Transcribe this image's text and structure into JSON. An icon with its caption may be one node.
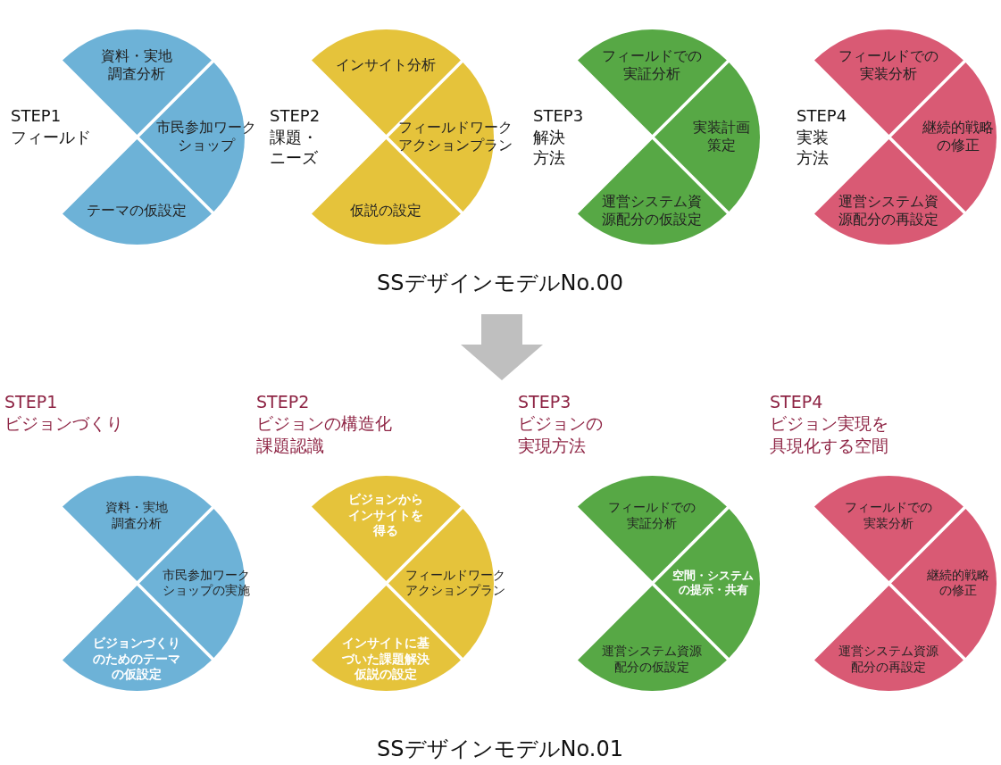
{
  "diagram": {
    "nodes": [
      {
        "text": [
          "資料・実地調査分析"
        ]
      },
      {
        "text": [
          "市民参加ワークショップ"
        ]
      },
      {
        "text": [
          "テーマの仮設定"
        ]
      },
      {
        "text": [
          "インサイト分析"
        ]
      },
      {
        "text": [
          "フィールドワークアクションプラン"
        ]
      },
      {
        "text": [
          "仮説の設定"
        ]
      },
      {
        "text": [
          "フィールドでの実証分析"
        ]
      },
      {
        "text": [
          "実装計画策定"
        ]
      },
      {
        "text": [
          "運営システム資源配分の仮設定"
        ]
      },
      {
        "text": [
          "フィールドでの実装分析"
        ]
      },
      {
        "text": [
          "継続的戦略の修正"
        ]
      },
      {
        "text": [
          "運営システム資源配分の再設定"
        ]
      },
      {
        "text": [
          "資料・実地調査分析"
        ]
      },
      {
        "text": [
          "市民参加ワークショップの実施"
        ]
      },
      {
        "text": [
          "ビジョンづくりのためのテーマの仮設定"
        ]
      },
      {
        "text": [
          "ビジョンからインサイトを得る"
        ]
      },
      {
        "text": [
          "フィールドワークアクションプラン"
        ]
      },
      {
        "text": [
          "インサイトに基づいた課題解決仮説の設定"
        ]
      },
      {
        "text": [
          "フィールドでの実証分析"
        ]
      },
      {
        "text": [
          "空間・システムの提示・共有"
        ]
      },
      {
        "text": [
          "運営システム資源配分の仮設定"
        ]
      },
      {
        "text": [
          "フィールドでの実装分析"
        ]
      },
      {
        "text": [
          "継続的戦略の修正"
        ]
      },
      {
        "text": [
          "運営システム資源配分の再設定"
        ]
      }
    ],
    "labels": [
      "STEP1",
      "フィールド",
      "STEP2",
      "課題・ニーズ",
      "STEP3",
      "解決方法",
      "STEP4",
      "実装方法",
      "SSデザインモデルNo.00",
      "STEP1",
      "ビジョンづくり",
      "STEP2",
      "ビジョンの構造化課題認識",
      "STEP3",
      "ビジョンの実現方法",
      "STEP4",
      "ビジョン実現を具現化する空間",
      "SSデザインモデルNo.01"
    ]
  }
}
